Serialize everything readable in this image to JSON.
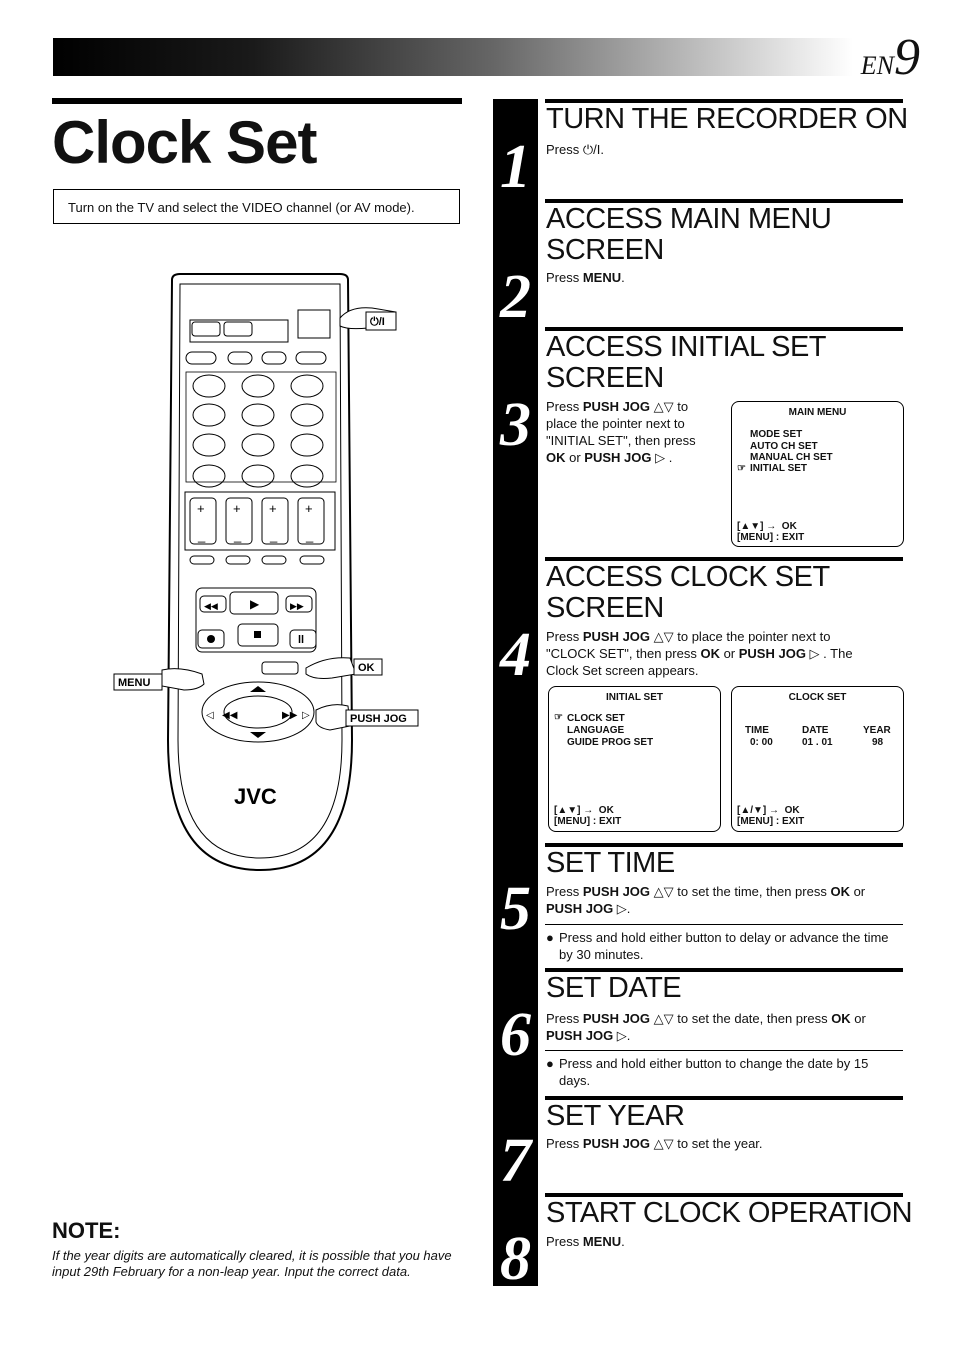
{
  "header": {
    "lang": "EN",
    "page": "9"
  },
  "title": "Clock Set",
  "intro": "Turn on the TV and select the VIDEO channel (or AV mode).",
  "remote": {
    "power_label": "⏻/I",
    "ok_label": "OK",
    "menu_label": "MENU",
    "push_jog_label": "PUSH JOG",
    "brand": "JVC"
  },
  "steps": [
    {
      "num": "1",
      "heading": "TURN THE RECORDER ON",
      "text_a": "Press ",
      "text_b": "⏻/I",
      "text_c": "."
    },
    {
      "num": "2",
      "heading_1": "ACCESS MAIN MENU",
      "heading_2": "SCREEN",
      "text_a": "Press ",
      "text_b": "MENU",
      "text_c": "."
    },
    {
      "num": "3",
      "heading_1": "ACCESS INITIAL SET",
      "heading_2": "SCREEN",
      "l1a": "Press ",
      "l1b": "PUSH JOG",
      "l1c": " △▽ to",
      "l2": "place the pointer next to",
      "l3": "\"INITIAL SET\", then press",
      "l4a": "OK",
      "l4b": " or ",
      "l4c": "PUSH JOG",
      "l4d": " ▷ ."
    },
    {
      "num": "4",
      "heading_1": "ACCESS CLOCK SET",
      "heading_2": "SCREEN",
      "l1a": "Press ",
      "l1b": "PUSH JOG",
      "l1c": " △▽ to place the pointer next  to",
      "l2a": "\"CLOCK SET\", then press ",
      "l2b": "OK",
      "l2c": " or ",
      "l2d": "PUSH JOG",
      "l2e": " ▷ . The",
      "l3": "Clock Set screen appears."
    },
    {
      "num": "5",
      "heading": "SET TIME",
      "l1a": "Press ",
      "l1b": "PUSH JOG",
      "l1c": " △▽ to set the time, then press ",
      "l1d": "OK",
      "l1e": " or",
      "l2a": "PUSH JOG",
      "l2b": " ▷.",
      "bullet": "Press and hold either button to delay or advance the time by 30 minutes."
    },
    {
      "num": "6",
      "heading": "SET DATE",
      "l1a": "Press ",
      "l1b": "PUSH JOG",
      "l1c": " △▽ to set the date, then press ",
      "l1d": "OK",
      "l1e": " or",
      "l2a": "PUSH JOG",
      "l2b": " ▷.",
      "bullet": "Press and hold either button to change the date by 15 days."
    },
    {
      "num": "7",
      "heading": "SET YEAR",
      "l1a": "Press ",
      "l1b": "PUSH JOG",
      "l1c": " △▽ to set the year."
    },
    {
      "num": "8",
      "heading": "START CLOCK OPERATION",
      "text_a": "Press ",
      "text_b": "MENU",
      "text_c": "."
    }
  ],
  "screens": {
    "main_menu": {
      "title": "MAIN MENU",
      "items": [
        "MODE SET",
        "AUTO CH SET",
        "MANUAL CH SET",
        "INITIAL SET"
      ],
      "pointer": "☞",
      "nav": "[▲▼] →  OK",
      "exit": "[MENU] : EXIT"
    },
    "initial_set": {
      "title": "INITIAL SET",
      "items": [
        "CLOCK SET",
        "LANGUAGE",
        "GUIDE PROG SET"
      ],
      "pointer": "☞",
      "nav": "[▲▼] →  OK",
      "exit": "[MENU] : EXIT"
    },
    "clock_set": {
      "title": "CLOCK SET",
      "col_time": "TIME",
      "col_date": "DATE",
      "col_year": "YEAR",
      "time": "0: 00",
      "date": "01 . 01",
      "year": "98",
      "nav": "[▲/▼] →  OK",
      "exit": "[MENU] : EXIT"
    }
  },
  "note": {
    "heading": "NOTE:",
    "text": "If the year digits are automatically cleared, it is possible that you have input 29th February for a non-leap year. Input the correct data."
  }
}
